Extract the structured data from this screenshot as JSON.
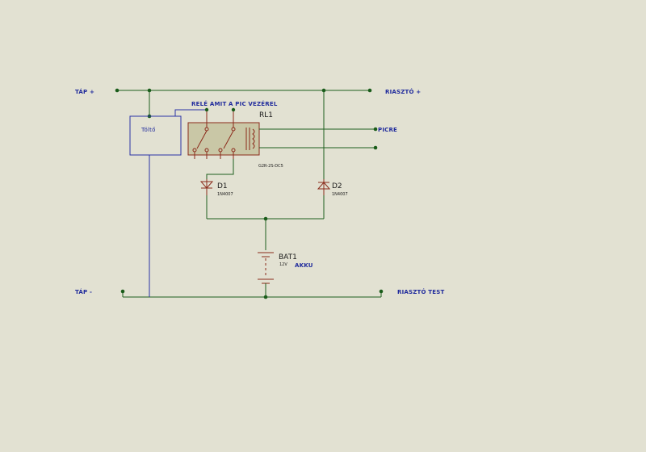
{
  "labels": {
    "tap_plus": "TÁP +",
    "tap_minus": "TÁP -",
    "riaszto_plus": "RIASZTÓ +",
    "riaszto_test": "RIASZTÓ TEST",
    "picre": "PICRE",
    "rele_note": "RELÉ AMIT A PIC VEZÉREL",
    "akku": "AKKU"
  },
  "components": {
    "charger": {
      "label": "Töltő"
    },
    "relay": {
      "ref": "RL1",
      "value": "G2R-2S-DC5"
    },
    "d1": {
      "ref": "D1",
      "value": "1N4007"
    },
    "d2": {
      "ref": "D2",
      "value": "1N4007"
    },
    "battery": {
      "ref": "BAT1",
      "value": "12V"
    }
  },
  "colors": {
    "background": "#e2e1d2",
    "wire": "#1f5f1f",
    "charger_wire": "#2a33a6",
    "component": "#8b2b1b",
    "relay_fill": "#c9c7a6",
    "label_text": "#1f2a9c"
  }
}
